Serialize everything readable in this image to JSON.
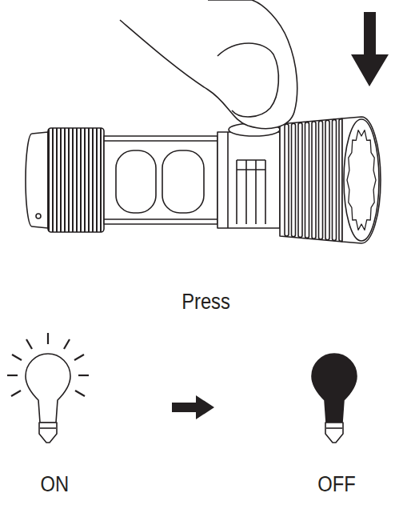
{
  "diagram": {
    "labels": [
      "Press",
      "ON",
      "OFF"
    ]
  }
}
